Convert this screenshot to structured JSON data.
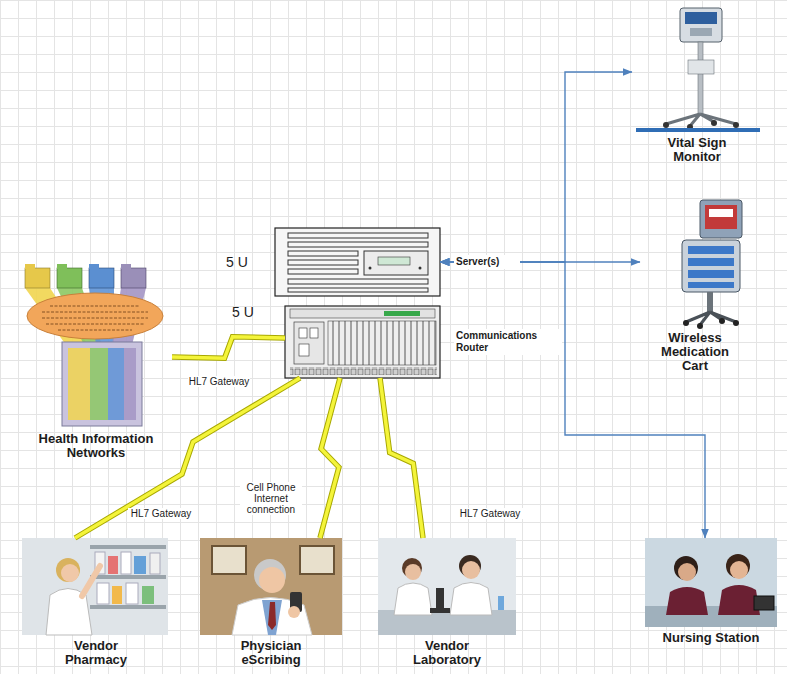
{
  "diagram": {
    "nodes": [
      {
        "text": [
          "Vital Sign Monitor"
        ]
      },
      {
        "text": [
          "Server(s)"
        ]
      },
      {
        "text": [
          "Communications Router"
        ]
      },
      {
        "text": [
          "Wireless Medication Cart"
        ]
      },
      {
        "text": [
          "Health Information Networks"
        ]
      },
      {
        "text": [
          "Vendor Pharmacy"
        ]
      },
      {
        "text": [
          "Physician eScribing"
        ]
      },
      {
        "text": [
          "Vendor Laboratory"
        ]
      },
      {
        "text": [
          "Nursing Station"
        ]
      }
    ],
    "edges": [
      {
        "from": 1,
        "to": 0,
        "arrow": "both"
      },
      {
        "from": 1,
        "to": 3,
        "arrow": "both"
      },
      {
        "from": 1,
        "to": 8,
        "arrow": "both"
      },
      {
        "from": 2,
        "to": 4,
        "label": "HL7 Gateway",
        "arrow": "none"
      },
      {
        "from": 2,
        "to": 5,
        "label": "HL7 Gateway",
        "arrow": "none"
      },
      {
        "from": 2,
        "to": 6,
        "label": "Cell Phone Internet connection",
        "arrow": "none"
      },
      {
        "from": 2,
        "to": 7,
        "label": "HL7 Gateway",
        "arrow": "none"
      }
    ],
    "labels": [
      "5 U",
      "5 U"
    ]
  }
}
